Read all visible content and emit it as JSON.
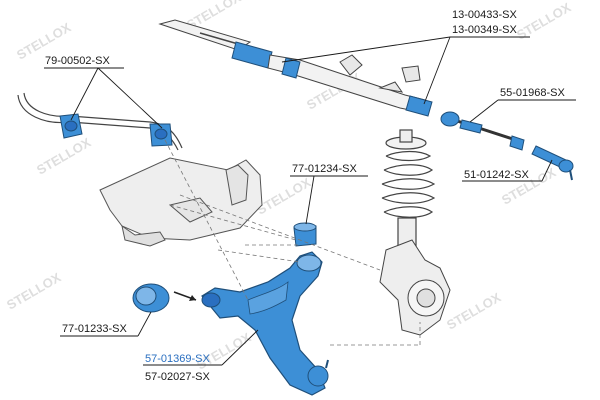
{
  "watermark": "STELLOX",
  "colors": {
    "part_blue": "#3d8fd6",
    "highlight_label": "#2a6fc0",
    "line": "#1a1a1a",
    "guide": "#777777",
    "part_outline": "#333333",
    "part_fill": "#f2f2f2",
    "watermark": "#d9d9d9"
  },
  "parts": {
    "steering_rack": {
      "code_1": "13-00433-SX",
      "code_2": "13-00349-SX"
    },
    "stabilizer_bushing": {
      "code": "79-00502-SX"
    },
    "tie_rod": {
      "code": "55-01968-SX"
    },
    "tie_rod_end": {
      "code": "51-01242-SX"
    },
    "upper_bushing": {
      "code": "77-01234-SX"
    },
    "rear_bushing": {
      "code": "77-01233-SX"
    },
    "control_arm": {
      "code_1": "57-01369-SX",
      "code_2": "57-02027-SX"
    }
  }
}
